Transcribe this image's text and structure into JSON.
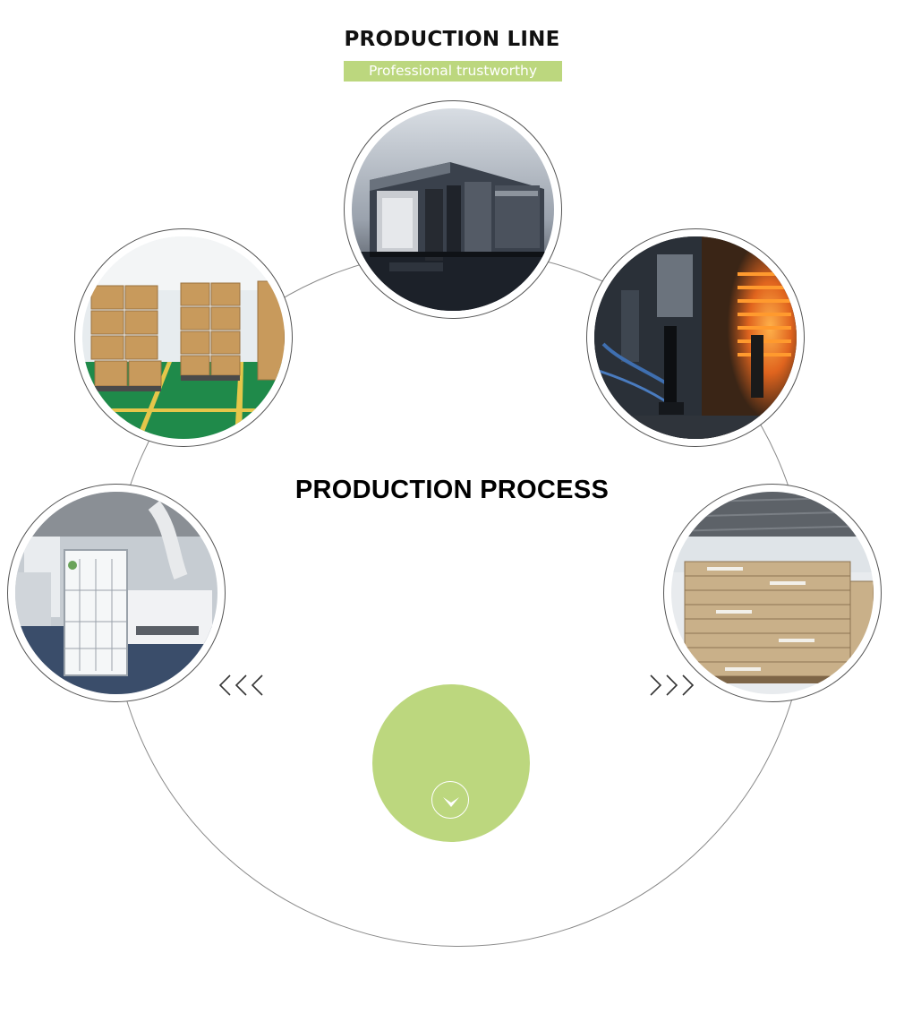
{
  "header": {
    "title": "PRODUCTION LINE",
    "subtitle": "Professional trustworthy"
  },
  "main": {
    "center_title": "PRODUCTION PROCESS"
  },
  "photos": [
    {
      "id": "printing-press",
      "icon": "printing-press-photo"
    },
    {
      "id": "warehouse-boxes",
      "icon": "warehouse-boxes-photo"
    },
    {
      "id": "heating-machine",
      "icon": "heating-machine-photo"
    },
    {
      "id": "extrusion-machine",
      "icon": "extrusion-machine-photo"
    },
    {
      "id": "paper-pallets",
      "icon": "paper-pallets-photo"
    }
  ],
  "controls": {
    "prev_icon": "chevron-triple-left-icon",
    "next_icon": "chevron-triple-right-icon",
    "down_icon": "chevron-down-icon"
  },
  "colors": {
    "accent": "#bcd77e",
    "text": "#111111",
    "ring": "#8a8a8a"
  }
}
